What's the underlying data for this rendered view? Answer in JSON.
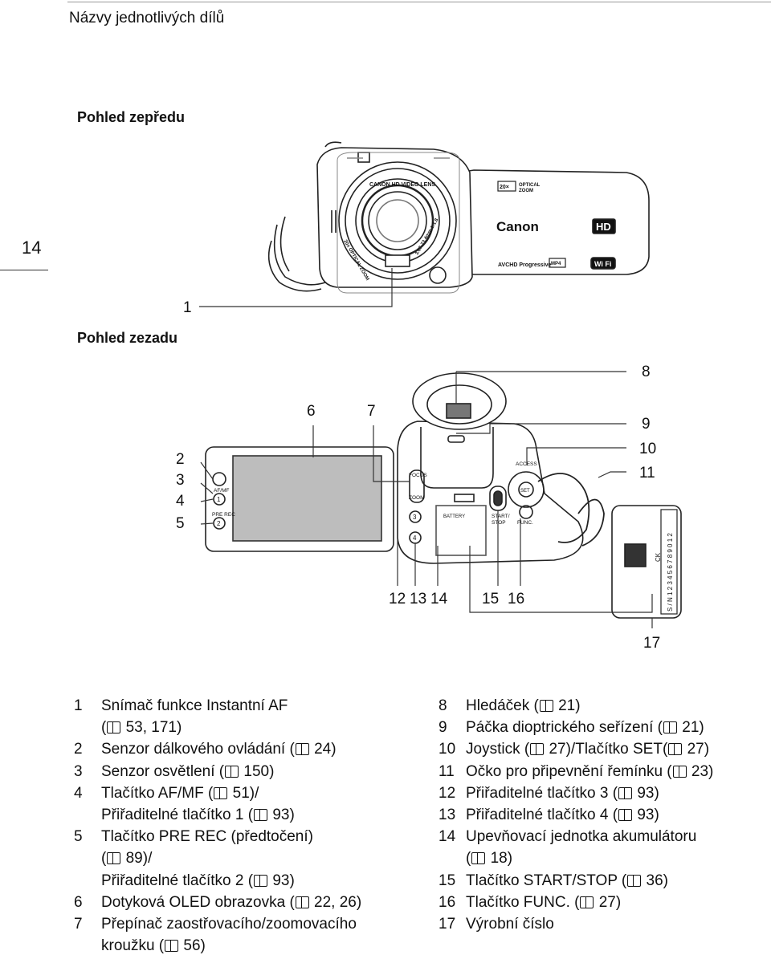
{
  "header": {
    "title": "Názvy jednotlivých dílů"
  },
  "page": {
    "number": "14"
  },
  "front_view": {
    "title": "Pohled zepředu",
    "callout_1": "1",
    "lens_ring_text": "CANON HD VIDEO LENS",
    "lens_side_text": "20x OPTICAL ZOOM",
    "lens_spec_text": "3.67-73.4mm 1:1.8",
    "zoom_badge": "20×",
    "zoom_badge_text_1": "OPTICAL",
    "zoom_badge_text_2": "ZOOM",
    "brand": "Canon",
    "hd_logo": "HD",
    "avchd_text": "AVCHD Progressive",
    "mp4_text": "MP4",
    "wifi_text": "Wi Fi"
  },
  "rear_view": {
    "title": "Pohled zezadu",
    "callouts": {
      "c2": "2",
      "c3": "3",
      "c4": "4",
      "c5": "5",
      "c6": "6",
      "c7": "7",
      "c8": "8",
      "c9": "9",
      "c10": "10",
      "c11": "11",
      "c12": "12",
      "c13": "13",
      "c14": "14",
      "c15": "15",
      "c16": "16",
      "c17": "17"
    },
    "labels": {
      "af_mf": "AF/MF",
      "pre_rec": "PRE REC",
      "btn1": "1",
      "btn2": "2",
      "btn3": "3",
      "btn4": "4",
      "focus": "FOCUS",
      "zoom": "ZOOM",
      "battery": "BATTERY",
      "access": "ACCESS",
      "set": "SET",
      "start_stop_1": "START/",
      "start_stop_2": "STOP",
      "func": "FUNC.",
      "serial": "S / N 1 2 3 4 5 6 7 8 9 0 1 2",
      "ck": "CK"
    }
  },
  "legend_left": [
    {
      "num": "1",
      "lines": [
        [
          "Snímač funkce Instantní AF"
        ],
        [
          "(",
          "53, 171)"
        ]
      ]
    },
    {
      "num": "2",
      "lines": [
        [
          "Senzor dálkového ovládání (",
          "24)"
        ]
      ]
    },
    {
      "num": "3",
      "lines": [
        [
          "Senzor osvětlení (",
          "150)"
        ]
      ]
    },
    {
      "num": "4",
      "lines": [
        [
          "Tlačítko AF/MF (",
          "51)/"
        ],
        [
          "Přiřaditelné tlačítko 1 (",
          "93)"
        ]
      ]
    },
    {
      "num": "5",
      "lines": [
        [
          "Tlačítko PRE REC (předtočení)"
        ],
        [
          "(",
          "89)/"
        ],
        [
          "Přiřaditelné tlačítko 2 (",
          "93)"
        ]
      ]
    },
    {
      "num": "6",
      "lines": [
        [
          "Dotyková OLED obrazovka (",
          "22, 26)"
        ]
      ]
    },
    {
      "num": "7",
      "lines": [
        [
          "Přepínač zaostřovacího/zoomovacího"
        ],
        [
          "kroužku (",
          "56)"
        ]
      ]
    }
  ],
  "legend_right": [
    {
      "num": "8",
      "lines": [
        [
          "Hledáček (",
          "21)"
        ]
      ]
    },
    {
      "num": "9",
      "lines": [
        [
          "Páčka dioptrického seřízení (",
          "21)"
        ]
      ]
    },
    {
      "num": "10",
      "lines": [
        [
          "Joystick (",
          "27)/Tlačítko SET(",
          "27)"
        ]
      ]
    },
    {
      "num": "11",
      "lines": [
        [
          "Očko pro připevnění řemínku (",
          "23)"
        ]
      ]
    },
    {
      "num": "12",
      "lines": [
        [
          "Přiřaditelné tlačítko 3 (",
          "93)"
        ]
      ]
    },
    {
      "num": "13",
      "lines": [
        [
          "Přiřaditelné tlačítko 4 (",
          "93)"
        ]
      ]
    },
    {
      "num": "14",
      "lines": [
        [
          "Upevňovací jednotka akumulátoru"
        ],
        [
          "(",
          "18)"
        ]
      ]
    },
    {
      "num": "15",
      "lines": [
        [
          "Tlačítko START/STOP (",
          "36)"
        ]
      ]
    },
    {
      "num": "16",
      "lines": [
        [
          "Tlačítko FUNC. (",
          "27)"
        ]
      ]
    },
    {
      "num": "17",
      "lines": [
        [
          "Výrobní číslo"
        ]
      ]
    }
  ]
}
